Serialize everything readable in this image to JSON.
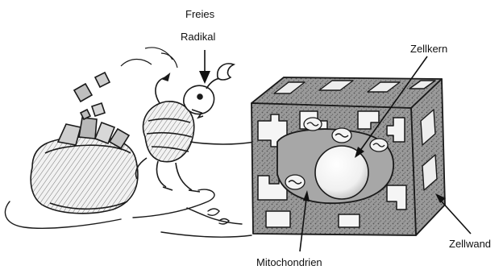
{
  "labels": {
    "freies": "Freies",
    "radikal": "Radikal",
    "zellkern": "Zellkern",
    "zellwand": "Zellwand",
    "mitochondrien": "Mitochondrien"
  },
  "colors": {
    "ink": "#1a1a1a",
    "shade": "#8e8e8e",
    "light_shade": "#c9c9c9",
    "background": "#ffffff"
  }
}
